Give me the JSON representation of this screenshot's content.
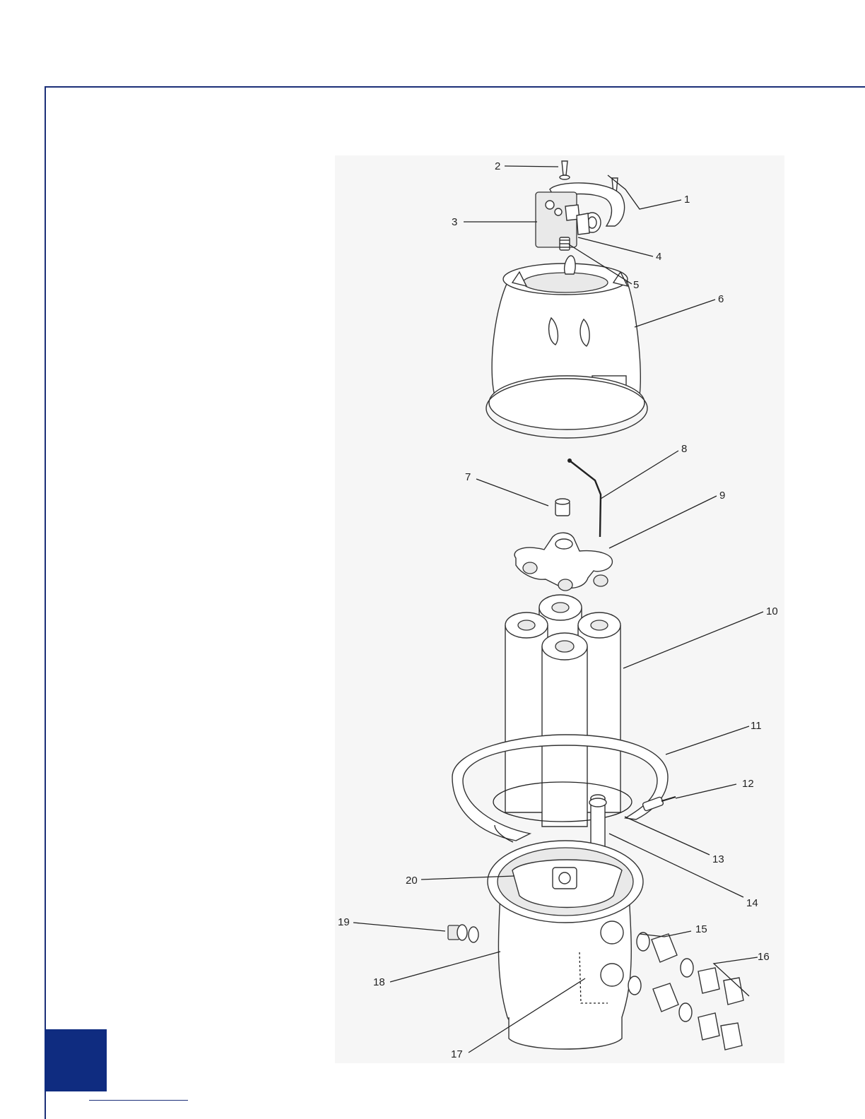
{
  "colors": {
    "frame": "#1b2f78",
    "corner_block": "#0f2c80",
    "panel": "#f6f6f6"
  },
  "callouts": [
    {
      "id": "1",
      "label": "1"
    },
    {
      "id": "2",
      "label": "2"
    },
    {
      "id": "3",
      "label": "3"
    },
    {
      "id": "4",
      "label": "4"
    },
    {
      "id": "5",
      "label": "5"
    },
    {
      "id": "6",
      "label": "6"
    },
    {
      "id": "7",
      "label": "7"
    },
    {
      "id": "8",
      "label": "8"
    },
    {
      "id": "9",
      "label": "9"
    },
    {
      "id": "10",
      "label": "10"
    },
    {
      "id": "11",
      "label": "11"
    },
    {
      "id": "12",
      "label": "12"
    },
    {
      "id": "13",
      "label": "13"
    },
    {
      "id": "14",
      "label": "14"
    },
    {
      "id": "15",
      "label": "15"
    },
    {
      "id": "16",
      "label": "16"
    },
    {
      "id": "17",
      "label": "17"
    },
    {
      "id": "18",
      "label": "18"
    },
    {
      "id": "19",
      "label": "19"
    },
    {
      "id": "20",
      "label": "20"
    }
  ]
}
